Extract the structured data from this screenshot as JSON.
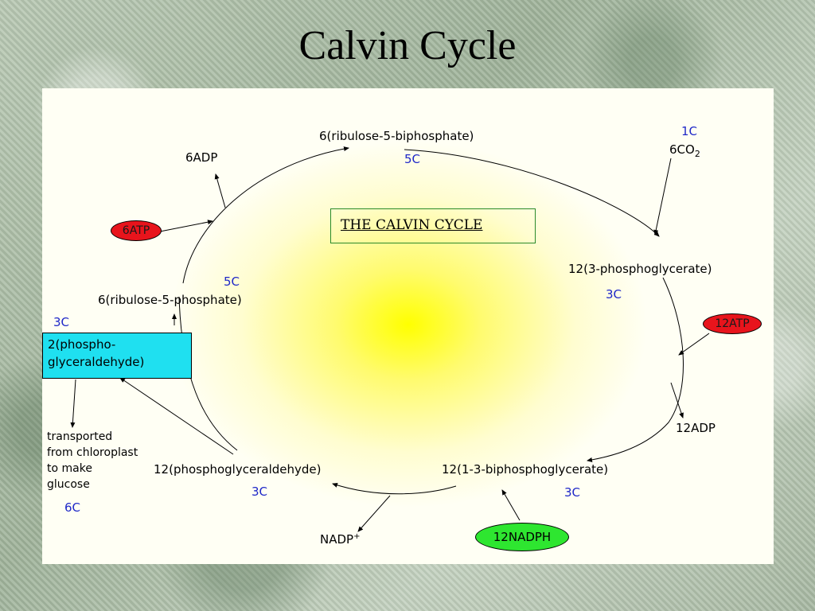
{
  "title": "Calvin Cycle",
  "diagram": {
    "box_title": "THE CALVIN CYCLE",
    "nodes": {
      "ribulose_biphosphate": "6(ribulose-5-biphosphate)",
      "ribulose_biphosphate_c": "5C",
      "co2_c": "1C",
      "co2": "6CO",
      "co2_sub": "2",
      "phosphoglycerate": "12(3-phosphoglycerate)",
      "phosphoglycerate_c": "3C",
      "atp12": "12ATP",
      "adp12": "12ADP",
      "biphosphoglycerate": "12(1-3-biphosphoglycerate)",
      "biphosphoglycerate_c": "3C",
      "nadph12": "12NADPH",
      "nadp": "NADP",
      "nadp_sup": "+",
      "phosphoglyceraldehyde": "12(phosphoglyceraldehyde)",
      "phosphoglyceraldehyde_c": "3C",
      "g3p_c": "3C",
      "g3p": "2(phospho-\nglyceraldehyde)",
      "transported": "transported\nfrom chloroplast\nto make\nglucose",
      "glucose_c": "6C",
      "ribulose_phosphate": "6(ribulose-5-phosphate)",
      "ribulose_phosphate_c": "5C",
      "atp6": "6ATP",
      "adp6": "6ADP"
    },
    "colors": {
      "carbon_label": "#1f28c8",
      "atp_ellipse": "#e8141c",
      "nadph_ellipse": "#2ee630",
      "g3p_box": "#1fe0f0",
      "title_box_border": "#2a8a2a"
    }
  }
}
